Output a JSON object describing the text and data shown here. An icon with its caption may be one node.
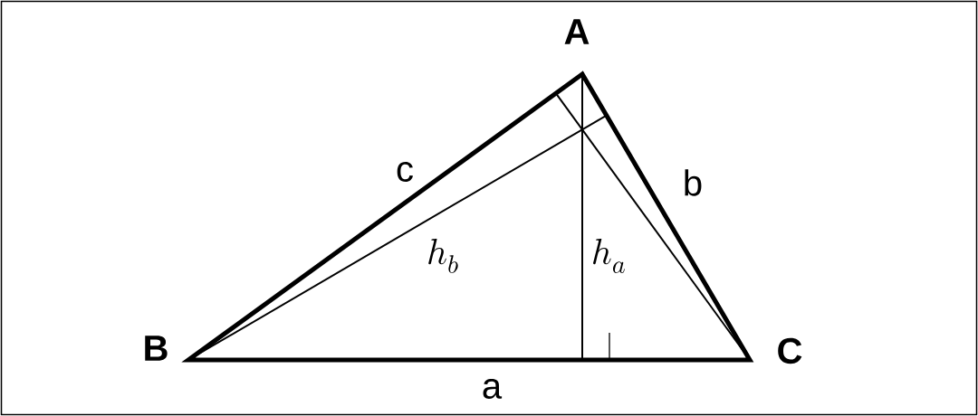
{
  "diagram": {
    "labels": [
      "A",
      "B",
      "C",
      "c",
      "b",
      "h_b",
      "h_a",
      "a"
    ]
  }
}
